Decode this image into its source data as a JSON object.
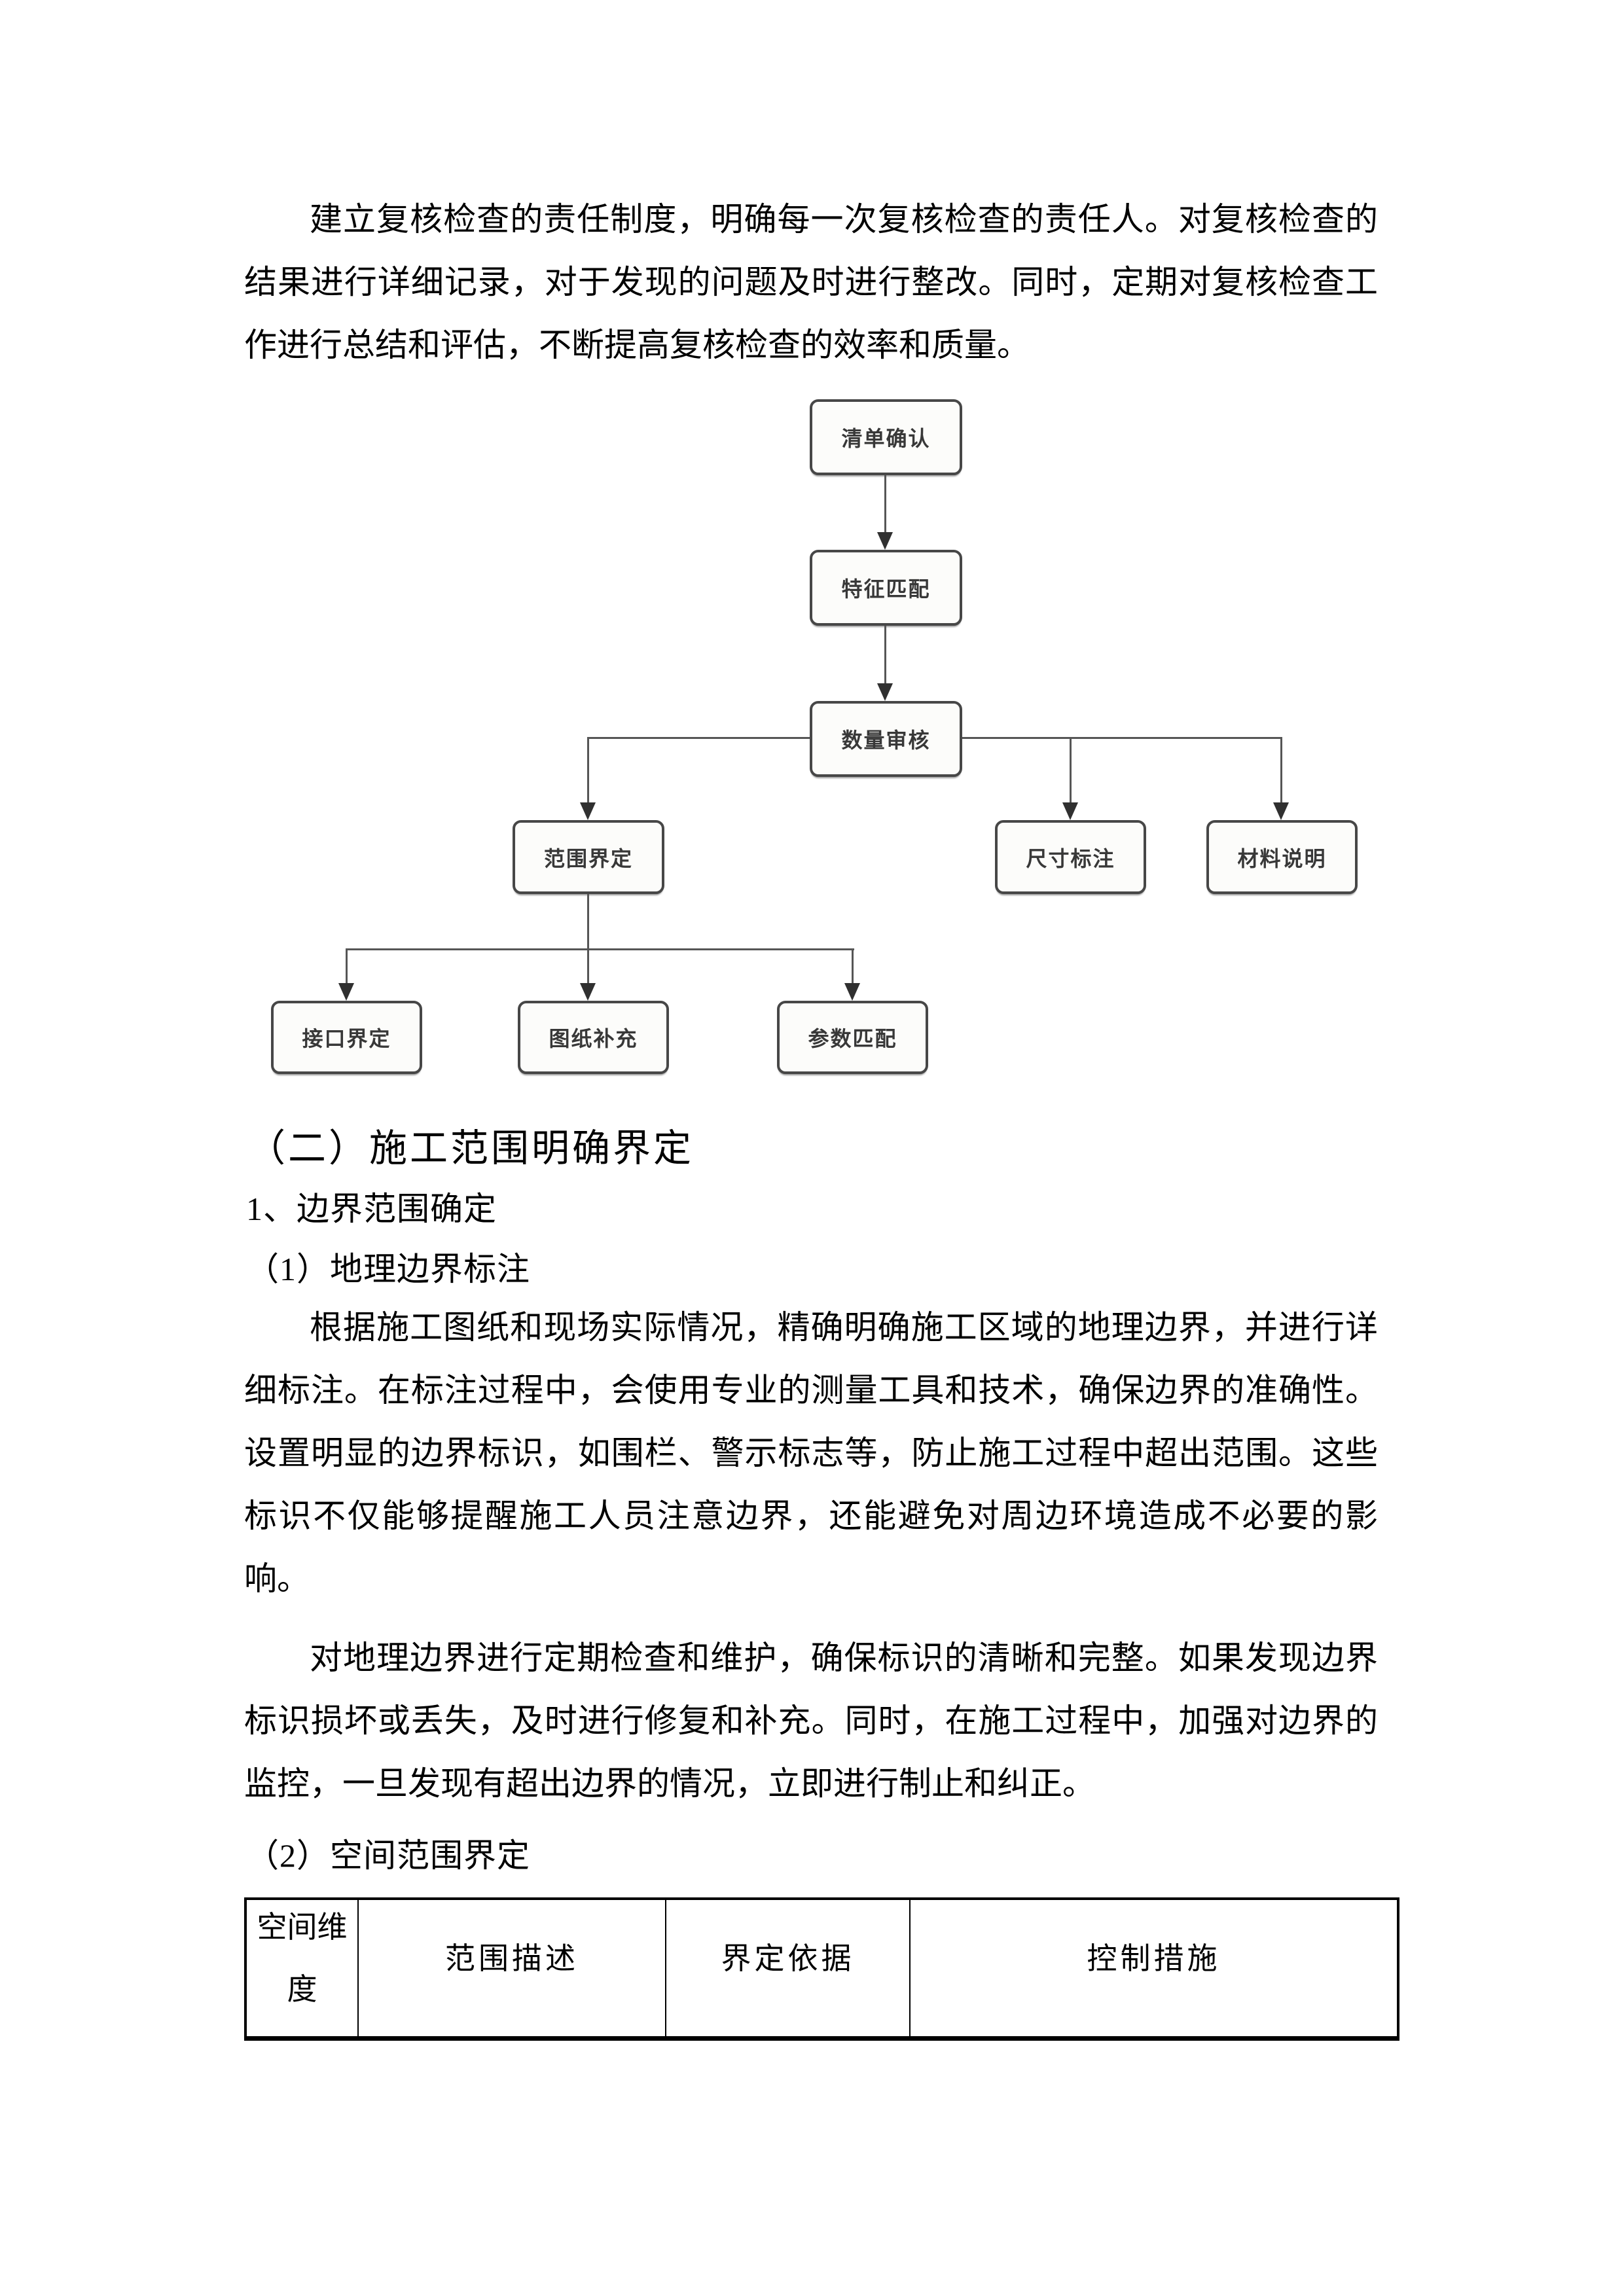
{
  "paragraphs": {
    "p1": "建立复核检查的责任制度，明确每一次复核检查的责任人。对复核检查的结果进行详细记录，对于发现的问题及时进行整改。同时，定期对复核检查工作进行总结和评估，不断提高复核检查的效率和质量。",
    "p2": "根据施工图纸和现场实际情况，精确明确施工区域的地理边界，并进行详细标注。在标注过程中，会使用专业的测量工具和技术，确保边界的准确性。设置明显的边界标识，如围栏、警示标志等，防止施工过程中超出范围。这些标识不仅能够提醒施工人员注意边界，还能避免对周边环境造成不必要的影响。",
    "p3": "对地理边界进行定期检查和维护，确保标识的清晰和完整。如果发现边界标识损坏或丢失，及时进行修复和补充。同时，在施工过程中，加强对边界的监控，一旦发现有超出边界的情况，立即进行制止和纠正。"
  },
  "headings": {
    "section2": "（二）施工范围明确界定",
    "sub1": "1、边界范围确定",
    "item1": "（1）地理边界标注",
    "item2": "（2）空间范围界定"
  },
  "flowchart": {
    "nodes": [
      {
        "id": "list-confirmation",
        "label": "清单确认"
      },
      {
        "id": "feature-matching",
        "label": "特征匹配"
      },
      {
        "id": "quantity-review",
        "label": "数量审核"
      },
      {
        "id": "scope-definition",
        "label": "范围界定"
      },
      {
        "id": "dimension-annotation",
        "label": "尺寸标注"
      },
      {
        "id": "material-description",
        "label": "材料说明"
      },
      {
        "id": "interface-definition",
        "label": "接口界定"
      },
      {
        "id": "drawing-supplement",
        "label": "图纸补充"
      },
      {
        "id": "parameter-matching",
        "label": "参数匹配"
      }
    ]
  },
  "table": {
    "headers": [
      "空间维度",
      "范围描述",
      "界定依据",
      "控制措施"
    ]
  },
  "colors": {
    "text": "#000000",
    "node_border": "#474747",
    "node_fill": "#fcfcfa",
    "connector": "#565656",
    "arrow": "#303030",
    "table_border": "#000000"
  }
}
